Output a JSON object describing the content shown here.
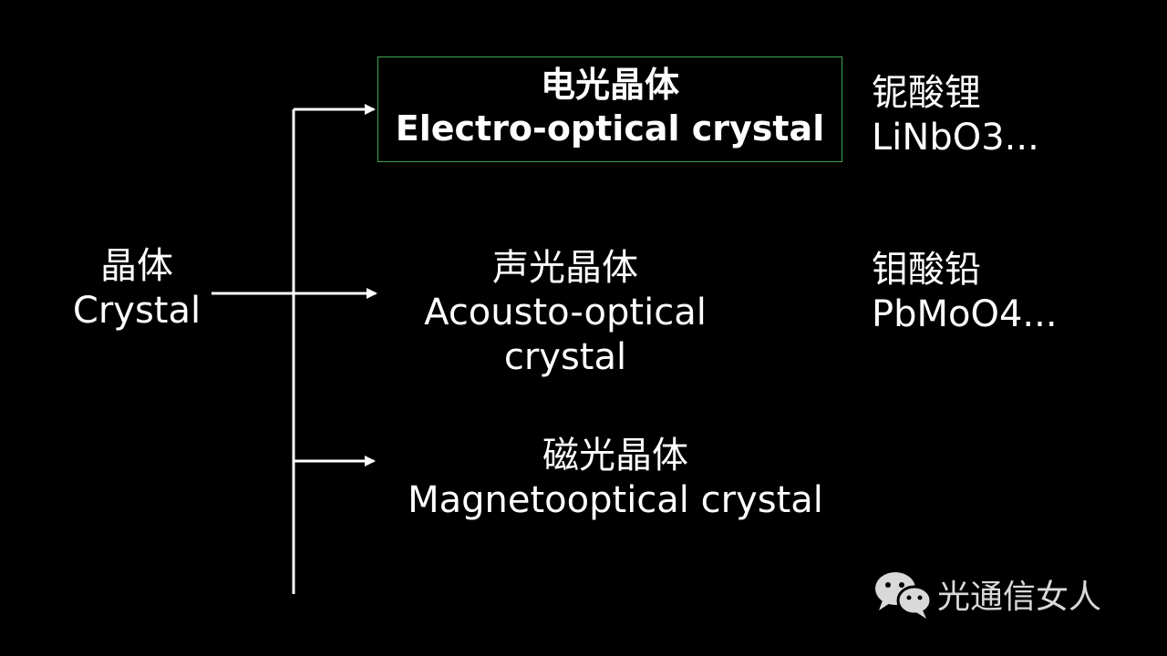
{
  "root": {
    "zh": "晶体",
    "en": "Crystal"
  },
  "branches": [
    {
      "zh": "电光晶体",
      "en": "Electro-optical crystal",
      "example_zh": "铌酸锂",
      "example_en": "LiNbO3...",
      "highlighted": true,
      "highlight_color": "#3fa34d"
    },
    {
      "zh": "声光晶体",
      "en_line1": "Acousto-optical",
      "en_line2": "crystal",
      "example_zh": "钼酸铅",
      "example_en": "PbMoO4..."
    },
    {
      "zh": "磁光晶体",
      "en": "Magnetooptical crystal"
    }
  ],
  "watermark": {
    "icon": "wechat-icon",
    "text": "光通信女人"
  },
  "colors": {
    "background": "#000000",
    "text": "#ffffff",
    "watermark": "#d9d9d9"
  }
}
